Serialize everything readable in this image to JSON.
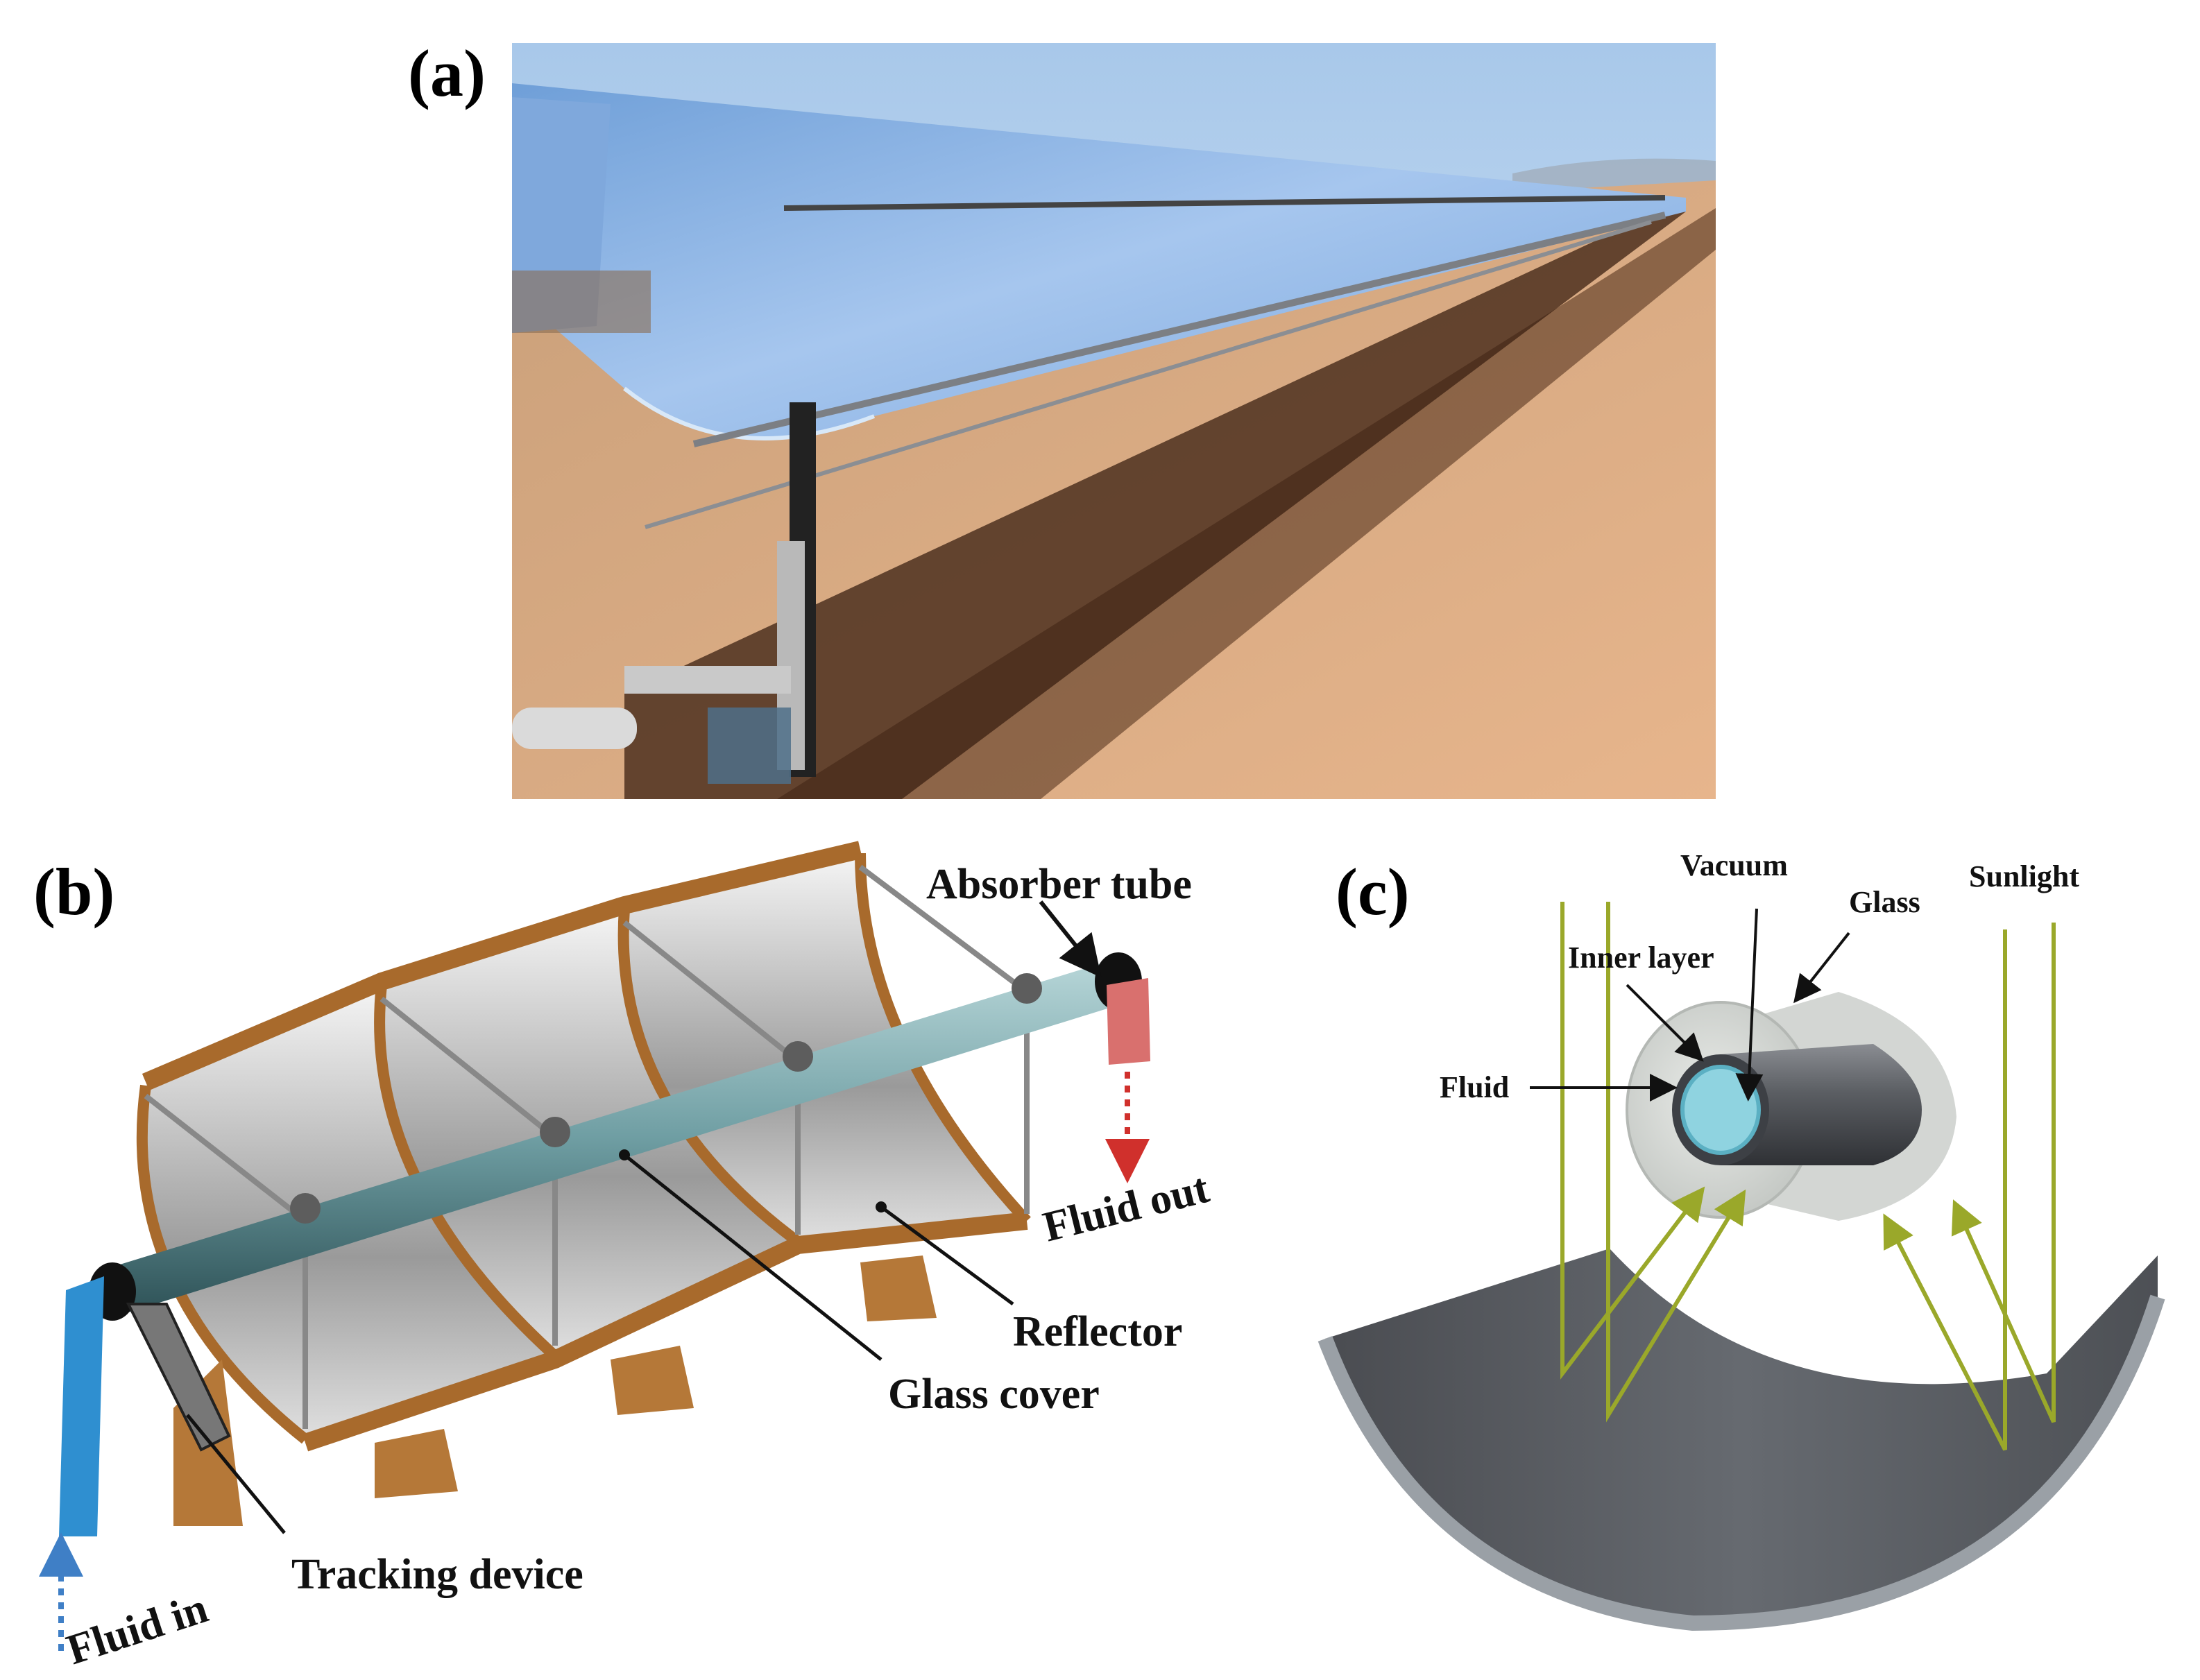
{
  "figure": {
    "panels": [
      {
        "id": "a",
        "label": "(a)",
        "description": "Photograph of a parabolic trough collector row in a desert field"
      },
      {
        "id": "b",
        "label": "(b)",
        "callouts": {
          "absorber_tube": "Absorber tube",
          "fluid_out": "Fluid out",
          "reflector": "Reflector",
          "glass_cover": "Glass cover",
          "tracking_device": "Tracking device",
          "fluid_in": "Fluid in"
        }
      },
      {
        "id": "c",
        "label": "(c)",
        "callouts": {
          "vacuum": "Vacuum",
          "glass": "Glass",
          "sunlight": "Sunlight",
          "inner_layer": "Inner layer",
          "fluid": "Fluid"
        }
      }
    ],
    "colors": {
      "sky": "#b8d3ee",
      "ground": "#d9a97a",
      "mirror": "#8fb6e6",
      "wood_frame": "#a86a2c",
      "absorber_tube": "#6f9ea3",
      "inlet_pipe": "#2f8fd0",
      "outlet_pipe": "#d9706e",
      "sun_ray": "#9aa82a",
      "trough_grey": "#5a5c61",
      "fluid_core": "#8fd3e0"
    }
  }
}
